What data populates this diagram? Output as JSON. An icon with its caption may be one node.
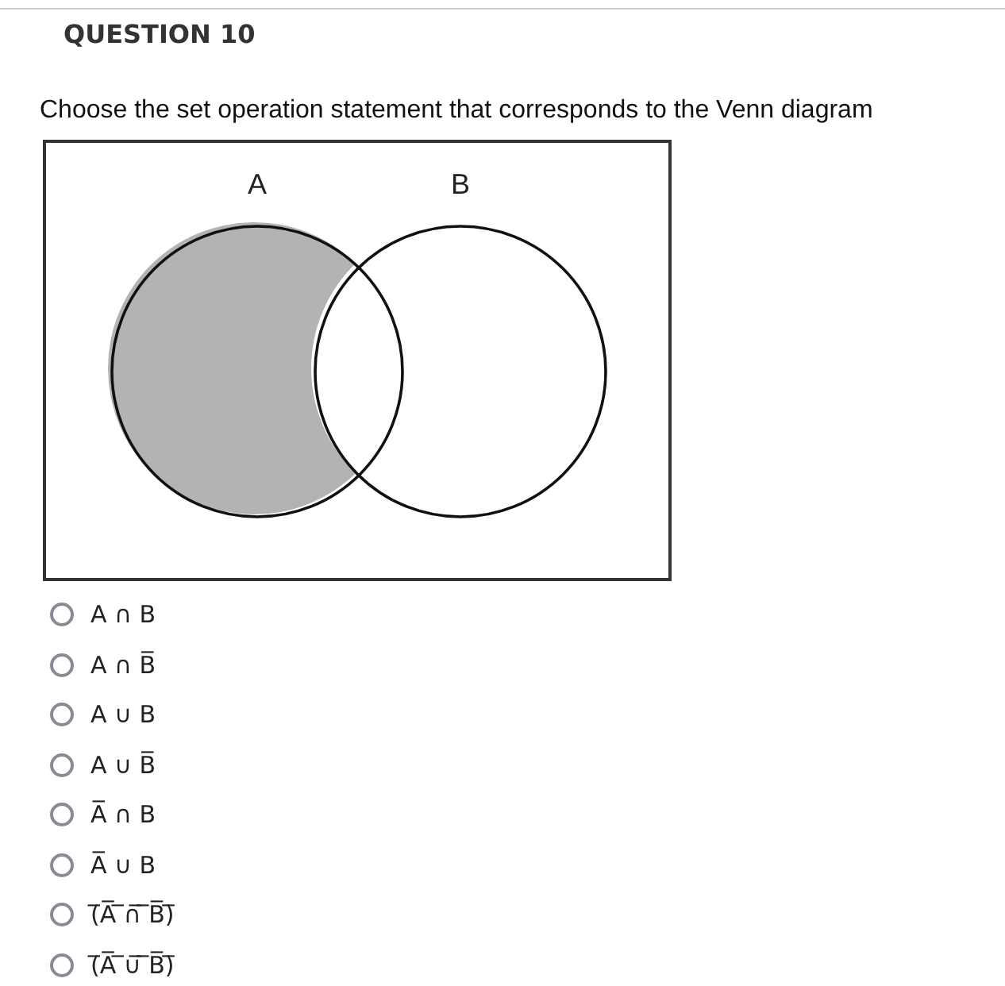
{
  "diagram": {
    "title": "QUESTION 10",
    "nodes": [
      {
        "text": [],
        "shape": "box"
      },
      {
        "text": [
          "A"
        ],
        "in": 0
      },
      {
        "text": [
          "B"
        ],
        "in": 0
      }
    ],
    "edges": [],
    "labels": [
      "Choose the set operation statement that corresponds to the Venn diagram",
      "A ∩ B",
      "A ∩ B̅",
      "A ∪ B",
      "A ∪ B̅",
      "A̅ ∩ B",
      "A̅ ∪ B",
      "(̅A̅ ̅∩̅ ̅B̅)̅",
      "(̅A̅ ̅∪̅ ̅B̅)̅"
    ]
  }
}
